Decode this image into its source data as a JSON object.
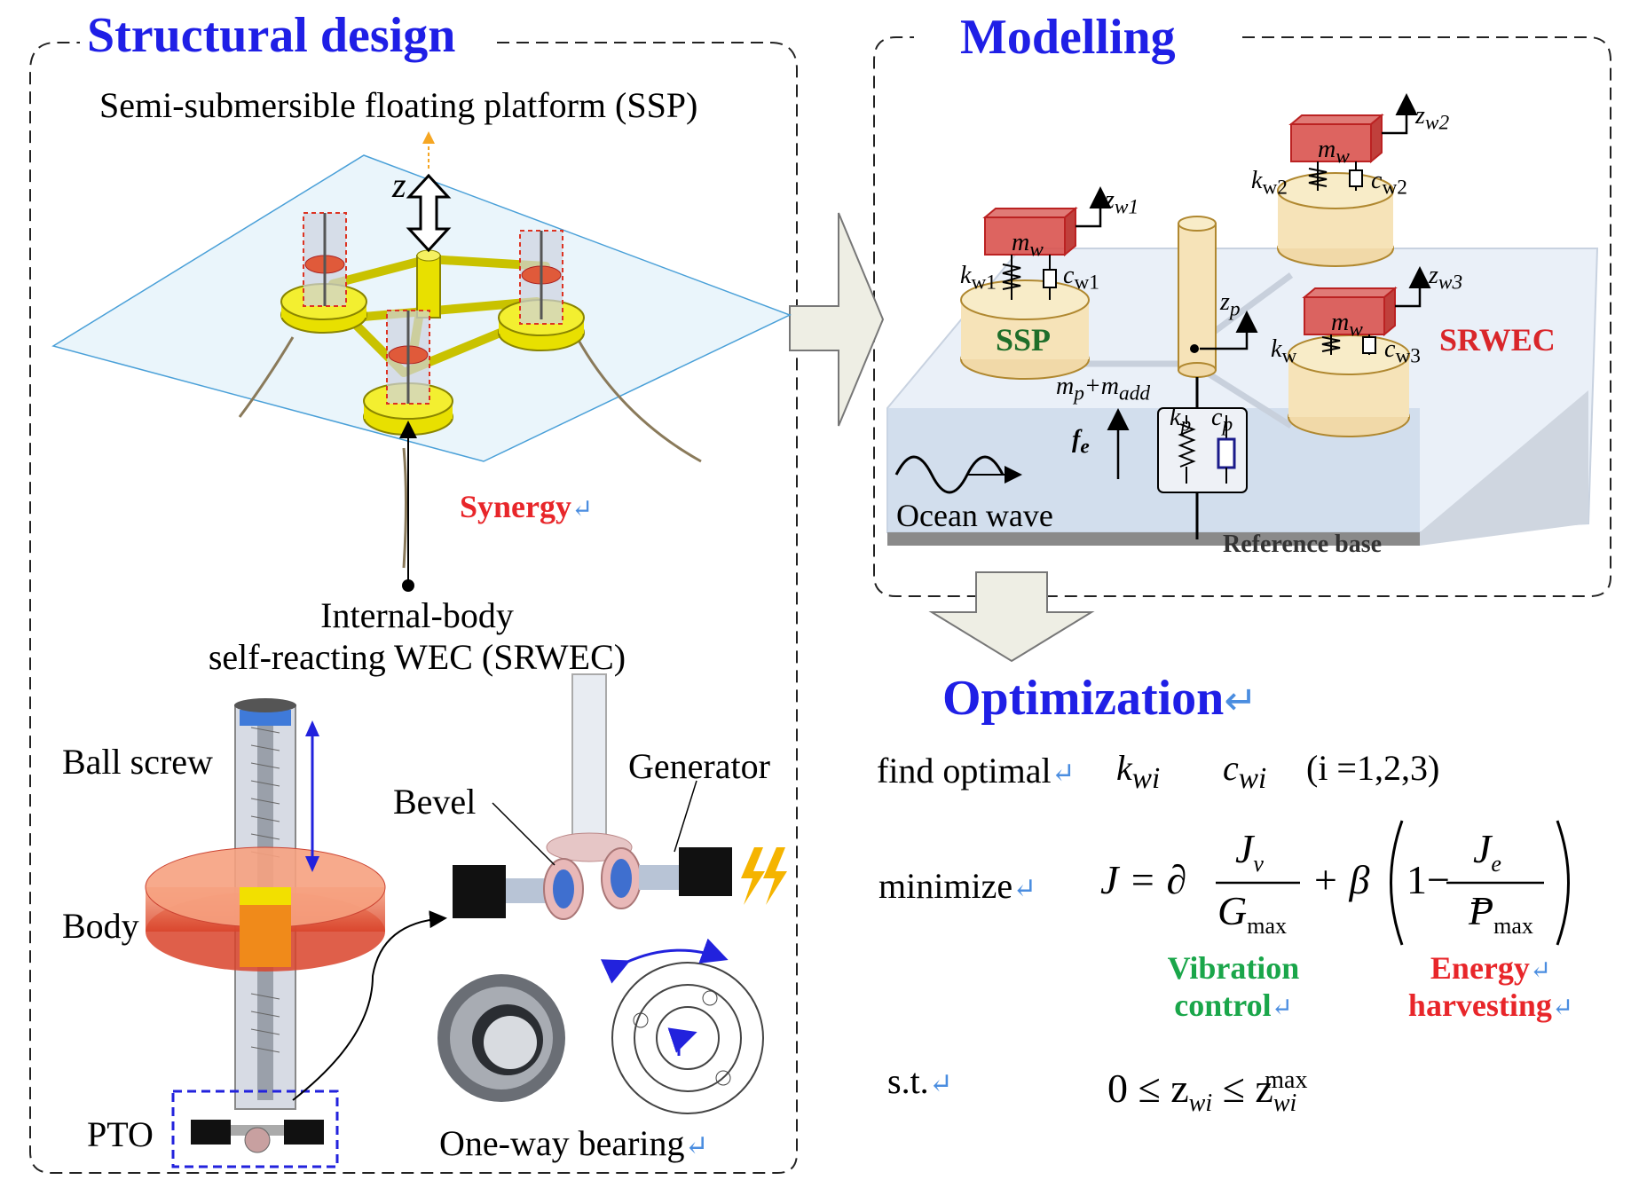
{
  "structural": {
    "title": "Structural design",
    "ssp_label": "Semi-submersible floating platform (SSP)",
    "z_label": "z",
    "synergy": "Synergy",
    "srwec_line1": "Internal-body",
    "srwec_line2": "self-reacting WEC (SRWEC)",
    "ball_screw": "Ball screw",
    "body": "Body",
    "pto": "PTO",
    "bevel": "Bevel",
    "generator": "Generator",
    "one_way_bearing": "One-way bearing"
  },
  "modelling": {
    "title": "Modelling",
    "zw1": "z",
    "zw1_sub": "w1",
    "zw2": "z",
    "zw2_sub": "w2",
    "zw3": "z",
    "zw3_sub": "w3",
    "mw": "m",
    "mw_sub": "w",
    "kw1": "k",
    "kw1_sub": "w1",
    "cw1": "c",
    "cw1_sub": "w1",
    "kw2": "k",
    "kw2_sub": "w2",
    "cw2": "c",
    "cw2_sub": "w2",
    "kw3": "k",
    "kw3_sub": "w",
    "cw3": "c",
    "cw3_sub": "w3",
    "ssp": "SSP",
    "srwec": "SRWEC",
    "zp": "z",
    "zp_sub": "p",
    "mass": "m",
    "mass_sub": "p",
    "plus": "+m",
    "madd_sub": "add",
    "fe": "f",
    "fe_sub": "e",
    "kp": "k",
    "kp_sub": "p",
    "cp": "c",
    "cp_sub": "p",
    "ocean_wave": "Ocean wave",
    "reference_base": "Reference base"
  },
  "optimization": {
    "title": "Optimization",
    "find_optimal": "find optimal",
    "find_vars": "k",
    "find_vars_sub": "wi",
    "find_vars2": "c",
    "find_vars2_sub": "wi",
    "find_index": "(i =1,2,3)",
    "minimize": "minimize",
    "eq_J": "J = ∂",
    "eq_Jv": "J",
    "eq_Jv_sub": "v",
    "eq_G": "G",
    "eq_G_sub": "max",
    "eq_plus_beta": "+ β",
    "eq_one_minus": "1−",
    "eq_Je": "J",
    "eq_Je_sub": "e",
    "eq_P": "P",
    "eq_P_sub": "max",
    "vib1": "Vibration",
    "vib2": "control",
    "en1": "Energy",
    "en2": "harvesting",
    "st": "s.t.",
    "constraint": "0 ≤ z",
    "constraint_sub": "wi",
    "constraint_mid": " ≤ z",
    "constraint_sub2": "wi",
    "constraint_sup": "max"
  },
  "colors": {
    "title_blue": "#1f1fe6",
    "red": "#e8262a",
    "green": "#1aa64a",
    "yellow": "#e8e000",
    "mass_red": "#d9534f"
  }
}
